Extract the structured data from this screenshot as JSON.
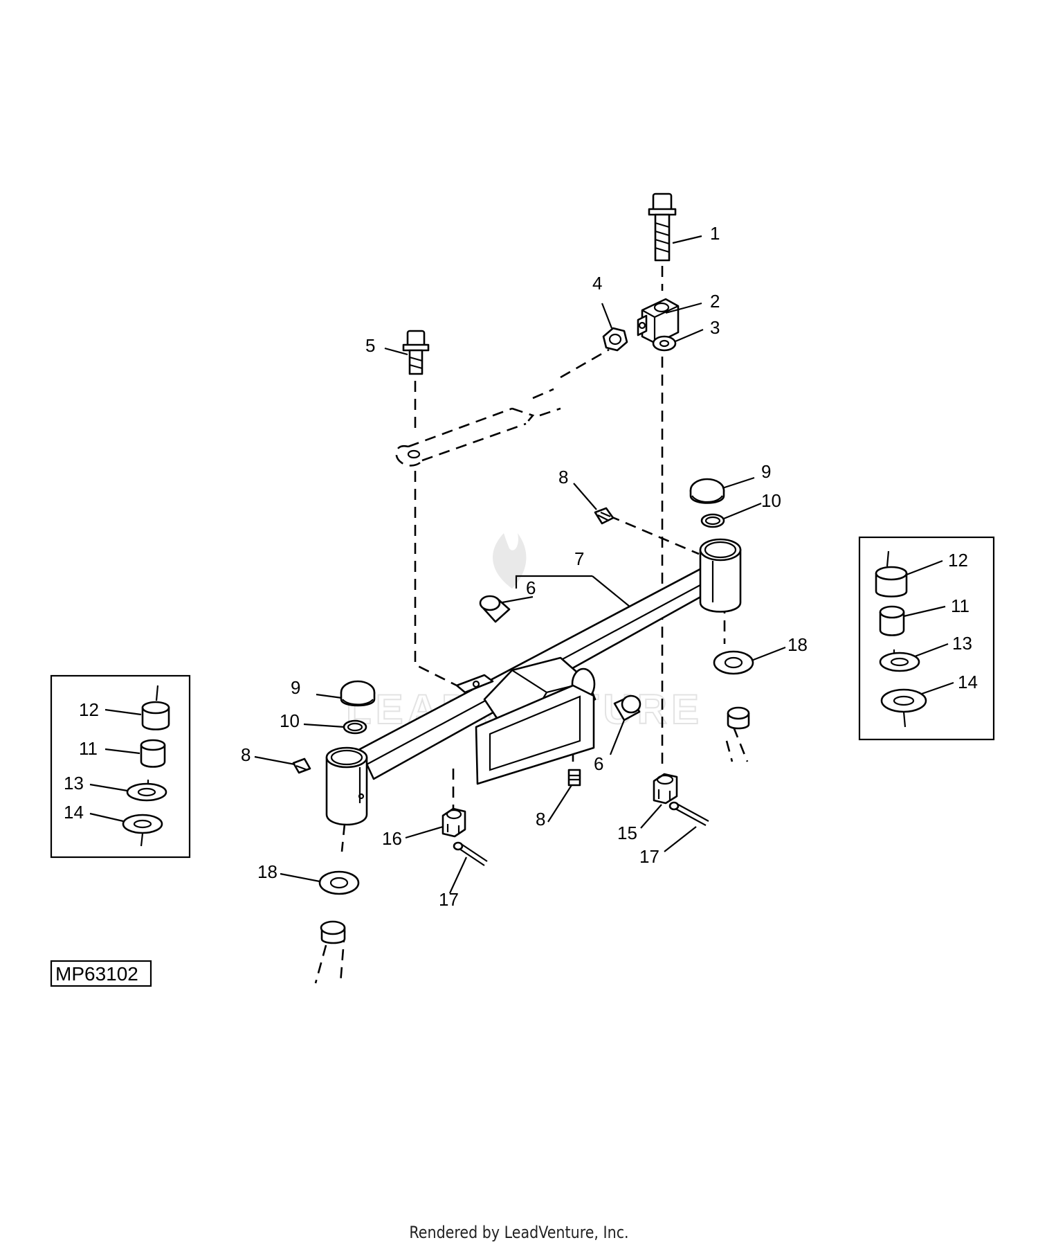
{
  "diagram": {
    "figure_code": "MP63102",
    "credit": "Rendered by LeadVenture, Inc.",
    "watermark": "LEADVENTURE",
    "callouts": {
      "c1": "1",
      "c2": "2",
      "c3": "3",
      "c4": "4",
      "c5": "5",
      "c6a": "6",
      "c6b": "6",
      "c7": "7",
      "c8a": "8",
      "c8b": "8",
      "c8c": "8",
      "c9a": "9",
      "c9b": "9",
      "c10a": "10",
      "c10b": "10",
      "c15": "15",
      "c16": "16",
      "c17a": "17",
      "c17b": "17",
      "c18a": "18",
      "c18b": "18"
    },
    "left_inset": {
      "c12": "12",
      "c11": "11",
      "c13": "13",
      "c14": "14"
    },
    "right_inset": {
      "c12": "12",
      "c11": "11",
      "c13": "13",
      "c14": "14"
    }
  }
}
